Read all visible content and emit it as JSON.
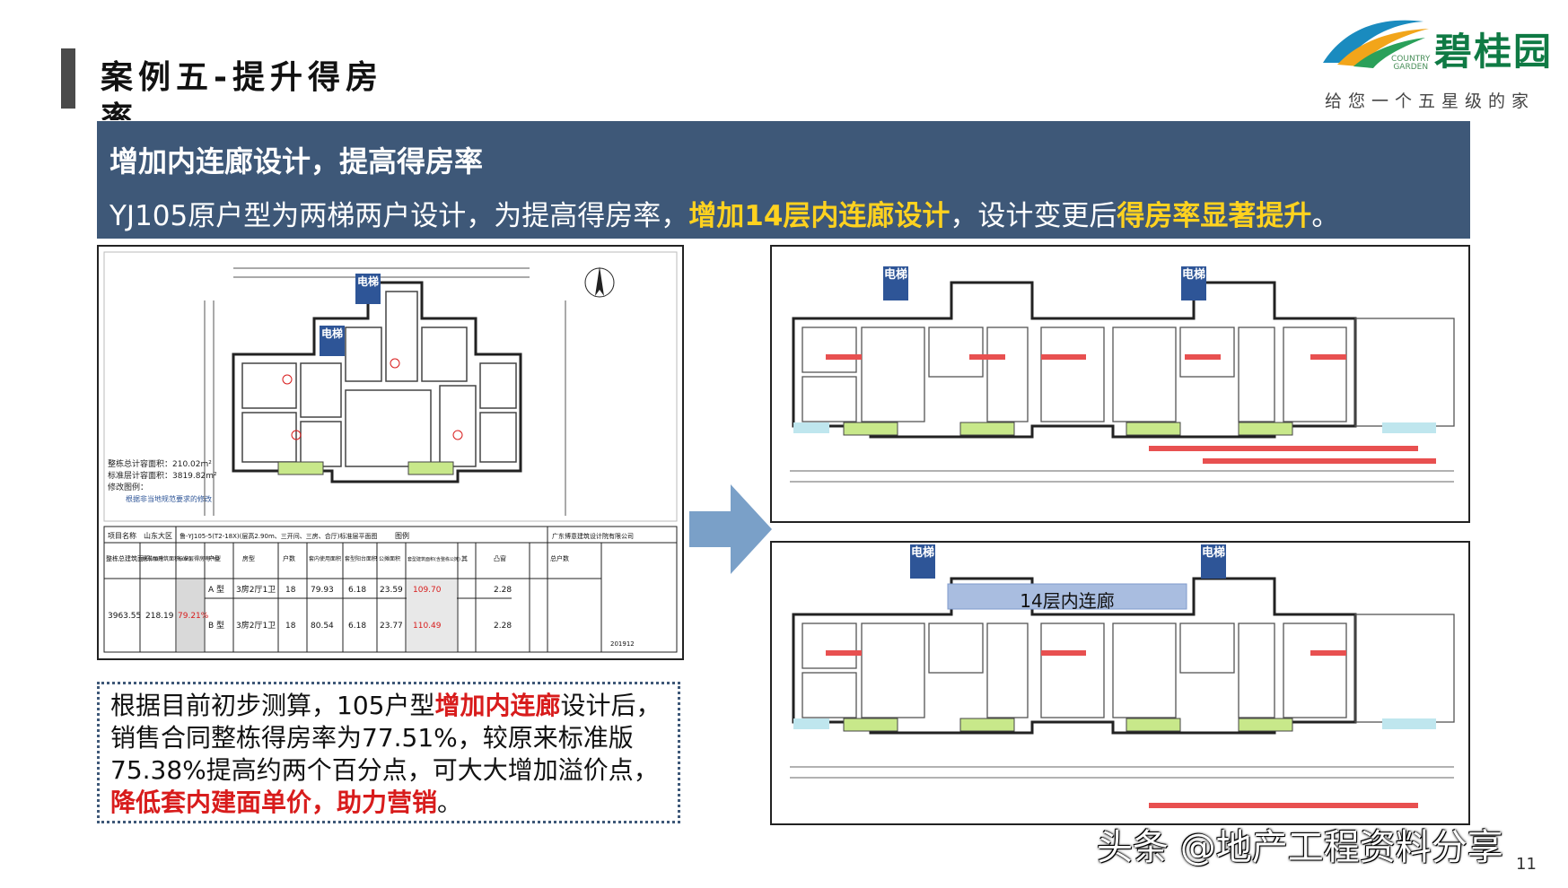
{
  "header": {
    "title": "案例五-提升得房率"
  },
  "logo": {
    "brand": "碧桂园",
    "country_line1": "COUNTRY",
    "country_line2": "GARDEN",
    "slogan": "给您一个五星级的家"
  },
  "banner": {
    "heading": "增加内连廊设计，提高得房率",
    "line_part1": "YJ105原户型为两梯两户设计，为提高得房率，",
    "line_highlight1": "增加14层内连廊设计",
    "line_part2": "，设计变更后",
    "line_highlight2": "得房率显著提升",
    "line_part3": "。"
  },
  "left_plan": {
    "elevator_label": "电梯",
    "summary_total_area": "整栋总计容面积：210.02m²",
    "summary_floor_area": "标准层计容面积：3819.82m²",
    "summary_revision": "修改图例：",
    "summary_note": "根据非当地规范要求的修改",
    "table_header": [
      "项目名称",
      "山东大区",
      "鲁-YJ105-5(T2-18X)(层高2.90m、三开间、三房、合厅)标准层平面图",
      "图例"
    ],
    "table_cols": [
      "整栋总建筑面积(m²)",
      "标准层建筑面积(m²)",
      "标准层得房率(%)",
      "户型",
      "房型",
      "户数",
      "套内使用面积",
      "套型阳台面积",
      "公摊面积",
      "套型建筑面积(含整栋公摊)",
      "其",
      "凸窗",
      "总户数"
    ],
    "table_rows": [
      {
        "total": "3963.55",
        "floor": "218.19",
        "rate": "79.21%",
        "type": "A 型",
        "room": "3房2厅1卫",
        "units": "18",
        "inner": "79.93",
        "balcony": "6.18",
        "shared": "23.59",
        "gross": "109.70",
        "bay": "2.28"
      },
      {
        "type": "B 型",
        "room": "3房2厅1卫",
        "units": "18",
        "inner": "80.54",
        "balcony": "6.18",
        "shared": "23.77",
        "gross": "110.49",
        "bay": "2.28"
      }
    ],
    "company": "广东博意建筑设计院有限公司",
    "date": "201912"
  },
  "right_top_plan": {
    "elevator_left": "电梯",
    "elevator_right": "电梯"
  },
  "right_bottom_plan": {
    "elevator_left": "电梯",
    "elevator_right": "电梯",
    "corridor_label": "14层内连廊"
  },
  "note": {
    "part1": "根据目前初步测算，105户型",
    "highlight1": "增加内连廊",
    "part2": "设计后，销售合同整栋得房率为77.51%，较原来标准版75.38%提高约两个百分点，可大大增加溢价点，",
    "highlight2": "降低套内建面单价，助力营销",
    "part3": "。"
  },
  "watermark": "头条 @地产工程资料分享",
  "page_number": "11",
  "colors": {
    "banner_bg": "#3e5878",
    "highlight_yellow": "#ffd21f",
    "highlight_red": "#d81c1c",
    "elevator_tag": "#2e5597",
    "brand_green": "#0f7a44"
  }
}
